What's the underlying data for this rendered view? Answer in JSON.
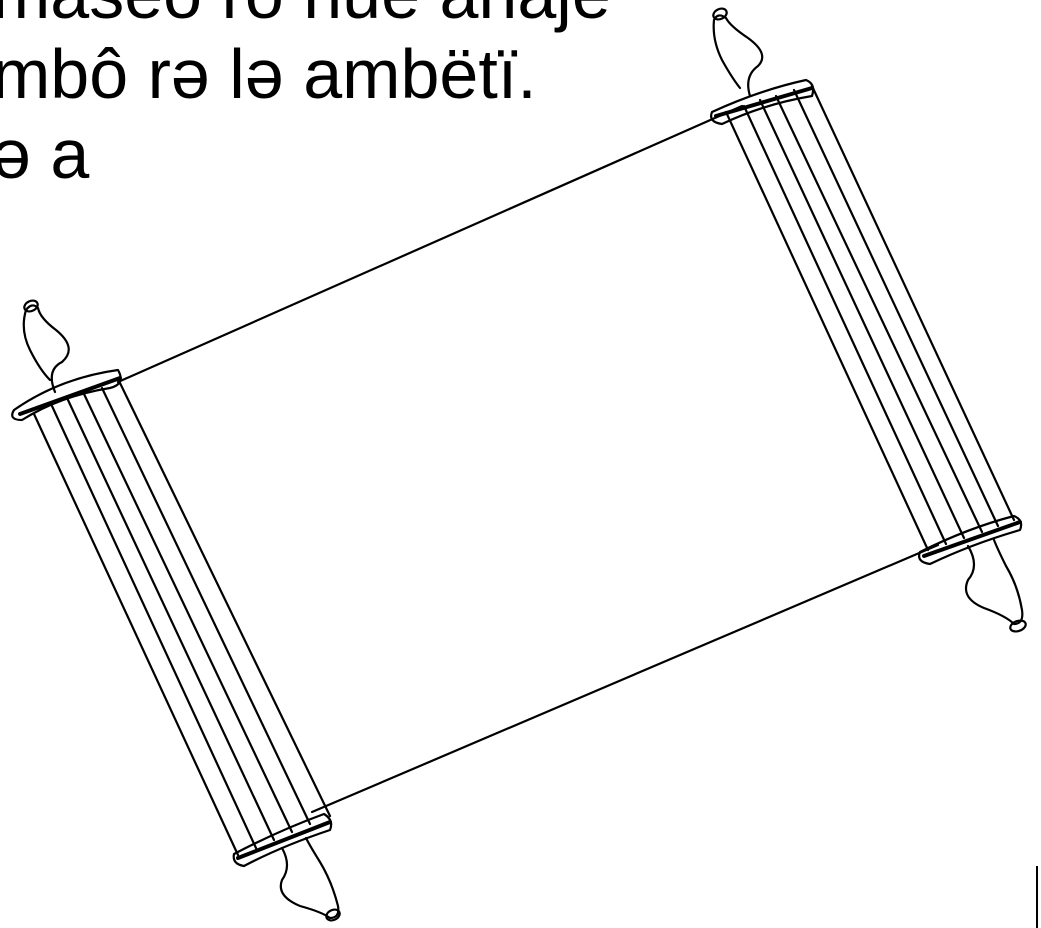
{
  "text_lines": [
    "maseo ro nue anaje",
    "mbô rə lə ambëtï.",
    "ə a"
  ],
  "colors": {
    "ink": "#000000",
    "paper": "#ffffff"
  },
  "illustration": {
    "icon": "torah-scroll-icon"
  }
}
